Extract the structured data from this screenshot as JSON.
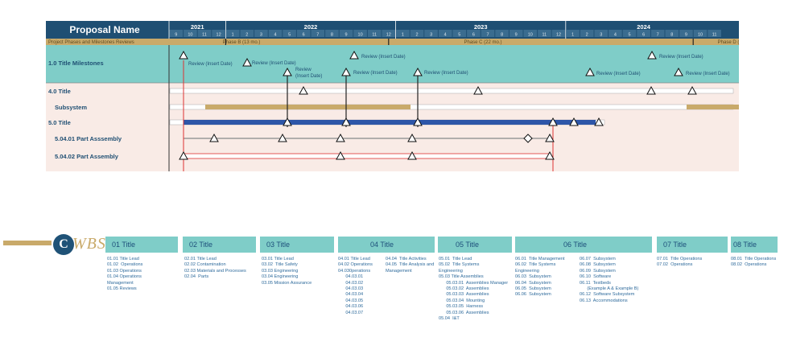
{
  "gantt": {
    "title": "Proposal Name",
    "phase_row_label": "Project Phases and Milestones Reviews",
    "years": [
      "2021",
      "2022",
      "2023",
      "2024"
    ],
    "months": {
      "2021": [
        "9",
        "10",
        "11",
        "12"
      ],
      "2022": [
        "1",
        "2",
        "3",
        "4",
        "5",
        "6",
        "7",
        "8",
        "9",
        "10",
        "11",
        "12"
      ],
      "2023": [
        "1",
        "2",
        "3",
        "4",
        "5",
        "6",
        "7",
        "8",
        "9",
        "10",
        "11",
        "12"
      ],
      "2024": [
        "1",
        "2",
        "3",
        "4",
        "5",
        "6",
        "7",
        "8",
        "9",
        "10",
        "11"
      ]
    },
    "phases": [
      "Phase B (13 mo.)",
      "Phase C (22 mo.)",
      "Phase D ("
    ],
    "rows": [
      {
        "label": "1.0 Title Milestones",
        "indent": 0
      },
      {
        "label": "4.0 Title",
        "indent": 0
      },
      {
        "label": "Subsystem",
        "indent": 1
      },
      {
        "label": "5.0 Title",
        "indent": 0
      },
      {
        "label": "5.04.01 Part Asssembly",
        "indent": 1
      },
      {
        "label": "5.04.02 Part Assembly",
        "indent": 1
      }
    ],
    "milestone_labels": [
      "Review (Insert Date)",
      "Review (Insert Date)",
      "Review\n(Insert Date)",
      "Review (Insert Date)",
      "Review (Insert Date)",
      "Review (Insert Date)",
      "Review (Insert Date)",
      "Review (Insert Date)",
      "Review (Insert Date)"
    ]
  },
  "wbs": {
    "logo_letter": "C",
    "logo_text": "WBS",
    "columns": [
      {
        "title": "01 Title",
        "items": [
          "01.01 Title Lead",
          "01.02  Operations",
          "01.03 Operations",
          "01.04 Operations",
          "Management",
          "01.05 Reviews"
        ]
      },
      {
        "title": "02 Title",
        "items": [
          "02.01 Title Lead",
          "02.02 Contamination",
          "02.03 Materials and Processes",
          "02.04  Parts"
        ]
      },
      {
        "title": "03 Title",
        "items": [
          "03.01 Title Lead",
          "03.02  Title Safety",
          "03.03 Engineering",
          "03.04 Engineering",
          "03.05 Mission Assurance"
        ]
      },
      {
        "title": "04 Title",
        "items": [
          "04.01 Title Lead",
          "04.02 Operations",
          "04.030perations",
          "      04.03.01",
          "      04.03.02",
          "      04.03.03",
          "      04.03.04",
          "      04.03.05",
          "      04.03.06",
          "      04.03.07"
        ]
      },
      {
        "title": "",
        "items": [
          "04.04  Title Activities",
          "04.05  Title Analysis and",
          "Management"
        ]
      },
      {
        "title": "05 Title",
        "items": [
          "05.01  Title Lead",
          "05.02  Title Systems",
          "Engineering",
          "05.03 Title Assemblies",
          "      05.03.01  Assemblies Manager",
          "      05.03.02  Assemblies",
          "      05.03.03  Assemblies",
          "      05.03.04  Mounting",
          "      05.03.05  Harness",
          "      05.03.06  Assemblies",
          "05.04  I&T"
        ]
      },
      {
        "title": "06 Title",
        "items": [
          "06.01  Title Management",
          "06.02  Title Systems",
          "Engineering",
          "06.03  Subsystem",
          "06.04  Subsystem",
          "06.05  Subsystem",
          "06.06  Subsystem"
        ]
      },
      {
        "title": "",
        "items": [
          "06.07  Subsystem",
          "06.08  Subsystem",
          "06.09  Subsystem",
          "06.10  Software",
          "06.11  Testbeds",
          "      (Example A & Example B)",
          "06.12  Software Subsystem",
          "06.13  Accommodations"
        ]
      },
      {
        "title": "07 Title",
        "items": [
          "07.01  Title Operations",
          "07.02  Operations"
        ]
      },
      {
        "title": "08 Title",
        "items": [
          "08.01  Title Operations",
          "08.02  Operations"
        ]
      }
    ]
  }
}
